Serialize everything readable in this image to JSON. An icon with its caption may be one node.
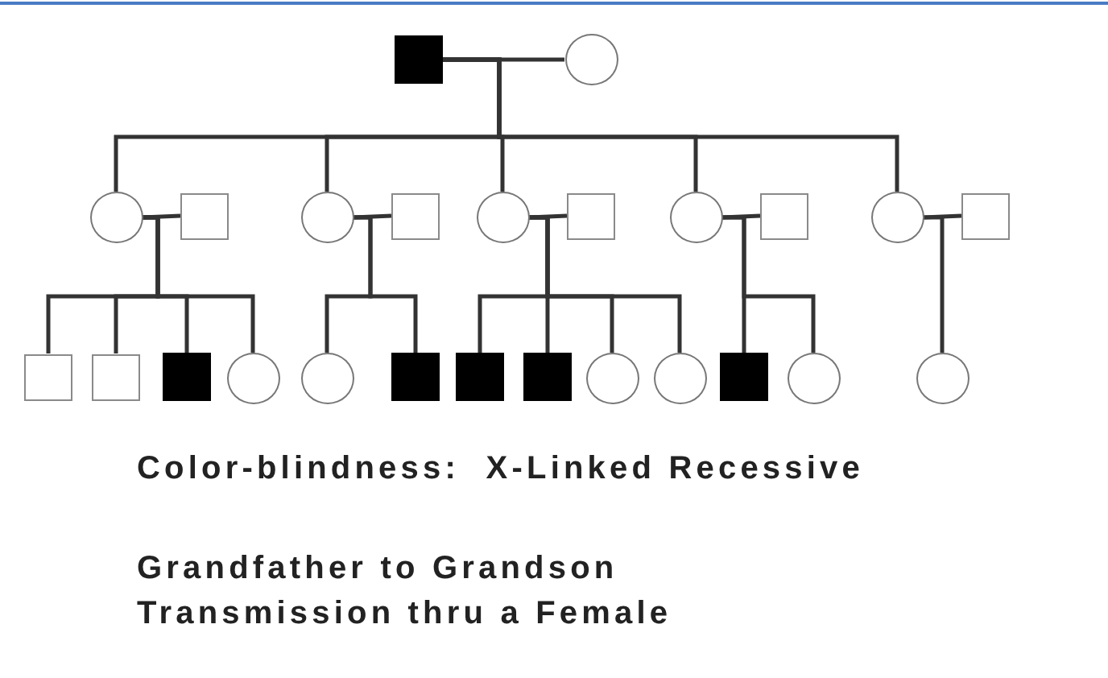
{
  "diagram": {
    "nodes": [
      {
        "text": [],
        "shape": "filled-box"
      },
      {
        "text": [],
        "shape": "circle"
      },
      {
        "text": [],
        "shape": "circle"
      },
      {
        "text": [],
        "shape": "box"
      },
      {
        "text": [],
        "shape": "circle"
      },
      {
        "text": [],
        "shape": "box"
      },
      {
        "text": [],
        "shape": "circle"
      },
      {
        "text": [],
        "shape": "box"
      },
      {
        "text": [],
        "shape": "circle"
      },
      {
        "text": [],
        "shape": "box"
      },
      {
        "text": [],
        "shape": "circle"
      },
      {
        "text": [],
        "shape": "box"
      },
      {
        "text": [],
        "shape": "box"
      },
      {
        "text": [],
        "shape": "box"
      },
      {
        "text": [],
        "shape": "filled-box"
      },
      {
        "text": [],
        "shape": "circle"
      },
      {
        "text": [],
        "shape": "circle"
      },
      {
        "text": [],
        "shape": "filled-box"
      },
      {
        "text": [],
        "shape": "filled-box"
      },
      {
        "text": [],
        "shape": "filled-box"
      },
      {
        "text": [],
        "shape": "circle"
      },
      {
        "text": [],
        "shape": "circle"
      },
      {
        "text": [],
        "shape": "filled-box"
      },
      {
        "text": [],
        "shape": "circle"
      },
      {
        "text": [],
        "shape": "circle"
      }
    ],
    "edges": [
      {
        "from": 0,
        "to": 1,
        "arrow": "none"
      },
      {
        "from": 0,
        "to": 2,
        "arrow": "none"
      },
      {
        "from": 0,
        "to": 4,
        "arrow": "none"
      },
      {
        "from": 0,
        "to": 6,
        "arrow": "none"
      },
      {
        "from": 0,
        "to": 8,
        "arrow": "none"
      },
      {
        "from": 0,
        "to": 10,
        "arrow": "none"
      },
      {
        "from": 2,
        "to": 3,
        "arrow": "none"
      },
      {
        "from": 4,
        "to": 5,
        "arrow": "none"
      },
      {
        "from": 6,
        "to": 7,
        "arrow": "none"
      },
      {
        "from": 8,
        "to": 9,
        "arrow": "none"
      },
      {
        "from": 10,
        "to": 11,
        "arrow": "none"
      },
      {
        "from": 2,
        "to": 12,
        "arrow": "none"
      },
      {
        "from": 2,
        "to": 13,
        "arrow": "none"
      },
      {
        "from": 2,
        "to": 14,
        "arrow": "none"
      },
      {
        "from": 2,
        "to": 15,
        "arrow": "none"
      },
      {
        "from": 4,
        "to": 16,
        "arrow": "none"
      },
      {
        "from": 4,
        "to": 17,
        "arrow": "none"
      },
      {
        "from": 6,
        "to": 18,
        "arrow": "none"
      },
      {
        "from": 6,
        "to": 19,
        "arrow": "none"
      },
      {
        "from": 6,
        "to": 20,
        "arrow": "none"
      },
      {
        "from": 6,
        "to": 21,
        "arrow": "none"
      },
      {
        "from": 8,
        "to": 22,
        "arrow": "none"
      },
      {
        "from": 8,
        "to": 23,
        "arrow": "none"
      },
      {
        "from": 10,
        "to": 24,
        "arrow": "none"
      }
    ],
    "labels": [
      "Color-blindness:  X-Linked Recessive",
      "Grandfather to Grandson",
      "Transmission thru a Female"
    ]
  }
}
